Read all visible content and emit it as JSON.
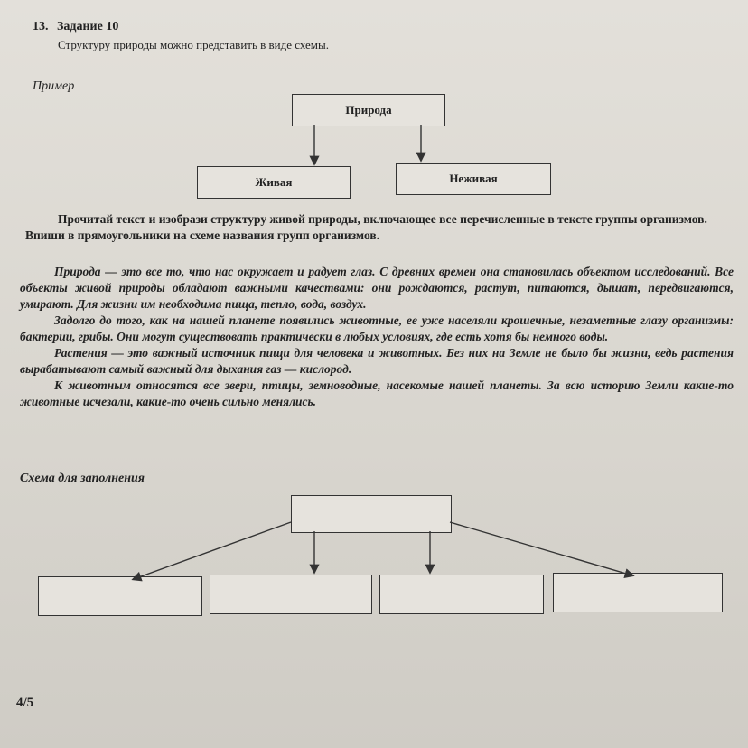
{
  "task": {
    "number": "13.",
    "title": "Задание 10"
  },
  "intro": "Структуру природы можно представить в виде схемы.",
  "example_label": "Пример",
  "example_scheme": {
    "root": "Природа",
    "left": "Живая",
    "right": "Неживая"
  },
  "instruction": "Прочитай текст и изобрази структуру живой природы, включающее все перечисленные в тексте группы организмов. Впиши в прямоугольники на схеме названия групп организмов.",
  "text_paragraphs": [
    "Природа — это все то, что нас окружает и радует глаз. С древних времен она становилась объектом исследований. Все объекты живой природы обладают важными качествами: они рождаются, растут, питаются, дышат, передвигаются, умирают. Для жизни им необходима пища, тепло, вода, воздух.",
    "Задолго до того, как на нашей планете появились животные, ее уже населяли крошечные, незаметные глазу организмы: бактерии, грибы. Они могут существовать практически в любых условиях, где есть хотя бы немного воды.",
    "Растения — это важный источник пищи для человека и животных. Без них на Земле не было бы жизни, ведь растения вырабатывают самый важный для дыхания газ — кислород.",
    "К животным относятся все звери, птицы, земноводные, насекомые нашей планеты. За всю историю Земли какие-то животные исчезали, какие-то очень сильно менялись."
  ],
  "scheme_label": "Схема для заполнения",
  "page_number": "4/5"
}
